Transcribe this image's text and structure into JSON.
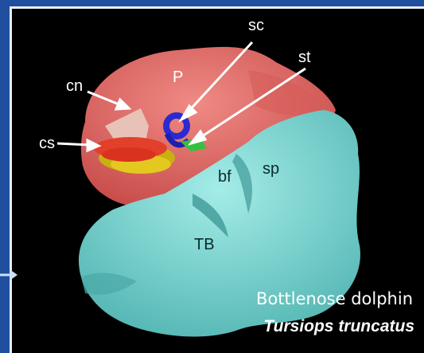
{
  "labels": {
    "sc": "sc",
    "st": "st",
    "p": "P",
    "cn": "cn",
    "cs": "cs",
    "sp": "sp",
    "bf": "bf",
    "tb": "TB"
  },
  "caption": {
    "common_name": "Bottlenose dolphin",
    "species": "Tursiops truncatus"
  },
  "colors": {
    "background": "#1f4f9e",
    "periotic": "#e46a66",
    "tympanic_bulla": "#7fd7d3",
    "cochlear_nerve": "#e8c2b6",
    "cochlea": "#e2402a",
    "semicircular_canals": "#2a2ad0",
    "stapes": "#35c040"
  }
}
